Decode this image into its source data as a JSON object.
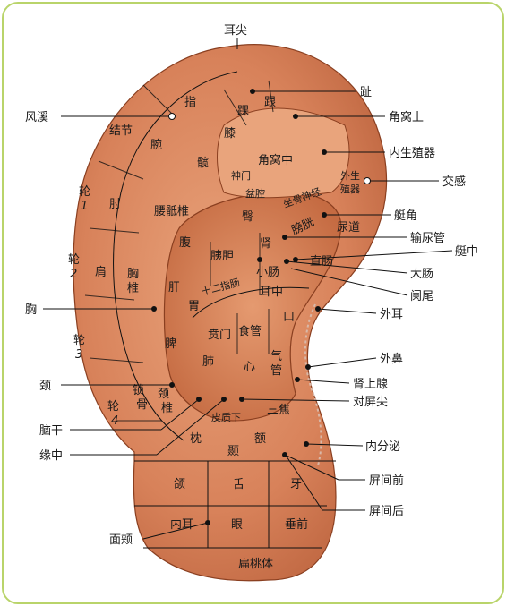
{
  "diagram": {
    "external_labels": [
      {
        "id": "tip",
        "text": "耳尖"
      },
      {
        "id": "toe",
        "text": "趾"
      },
      {
        "id": "fengxi",
        "text": "风溪"
      },
      {
        "id": "jiaowoshang",
        "text": "角窝上"
      },
      {
        "id": "neishengzhiqi",
        "text": "内生殖器"
      },
      {
        "id": "jiaogan",
        "text": "交感"
      },
      {
        "id": "tingjiao",
        "text": "艇角"
      },
      {
        "id": "shuniaoguan",
        "text": "输尿管"
      },
      {
        "id": "tingzhong",
        "text": "艇中"
      },
      {
        "id": "dachang",
        "text": "大肠"
      },
      {
        "id": "lanwei",
        "text": "阑尾"
      },
      {
        "id": "xiong",
        "text": "胸"
      },
      {
        "id": "waier",
        "text": "外耳"
      },
      {
        "id": "waibi",
        "text": "外鼻"
      },
      {
        "id": "jing",
        "text": "颈"
      },
      {
        "id": "shenshangxian",
        "text": "肾上腺"
      },
      {
        "id": "duipingjian",
        "text": "对屏尖"
      },
      {
        "id": "naogan",
        "text": "脑干"
      },
      {
        "id": "yuanzhong",
        "text": "缘中"
      },
      {
        "id": "neifenmi",
        "text": "内分泌"
      },
      {
        "id": "pingjianqian",
        "text": "屏间前"
      },
      {
        "id": "pingjianhou",
        "text": "屏间后"
      },
      {
        "id": "mianjia",
        "text": "面颊"
      }
    ],
    "internal_labels": {
      "zhi": "指",
      "jiejie": "结节",
      "wan": "腕",
      "huai": "踝",
      "gen": "跟",
      "xi": "膝",
      "kuan": "髋",
      "jiaowozhong": "角窝中",
      "shenmen": "神门",
      "penqiang": "盆腔",
      "zuogushenjing": "坐骨神经",
      "waisheng": "外生",
      "zhiqi": "殖器",
      "lun1a": "轮",
      "lun1b": "1",
      "zhou": "肘",
      "yaodizhui": "腰骶椎",
      "tun": "臀",
      "pangguang": "膀胱",
      "niaodao": "尿道",
      "fu": "腹",
      "yidan": "胰胆",
      "shen": "肾",
      "zhichang": "直肠",
      "lun2a": "轮",
      "lun2b": "2",
      "jian": "肩",
      "xiongzhui_a": "胸",
      "xiongzhui_b": "椎",
      "gan": "肝",
      "shierzhichang": "十二指肠",
      "xiaochang": "小肠",
      "erzhong": "耳中",
      "wei": "胃",
      "kou": "口",
      "benmen": "贲门",
      "shiguan": "食管",
      "lun3a": "轮",
      "lun3b": "3",
      "pi": "脾",
      "fei": "肺",
      "xin": "心",
      "qi": "气",
      "guan": "管",
      "suogu_a": "锁",
      "suogu_b": "骨",
      "jingzhui_a": "颈",
      "jingzhui_b": "椎",
      "lun4a": "轮",
      "lun4b": "4",
      "pizhixia": "皮质下",
      "sanjiao": "三焦",
      "zhen": "枕",
      "nie": "颞",
      "e": "额",
      "he": "颌",
      "she": "舌",
      "ya": "牙",
      "neier": "内耳",
      "yan": "眼",
      "chuiqian": "垂前",
      "biantaoti": "扁桃体"
    }
  }
}
